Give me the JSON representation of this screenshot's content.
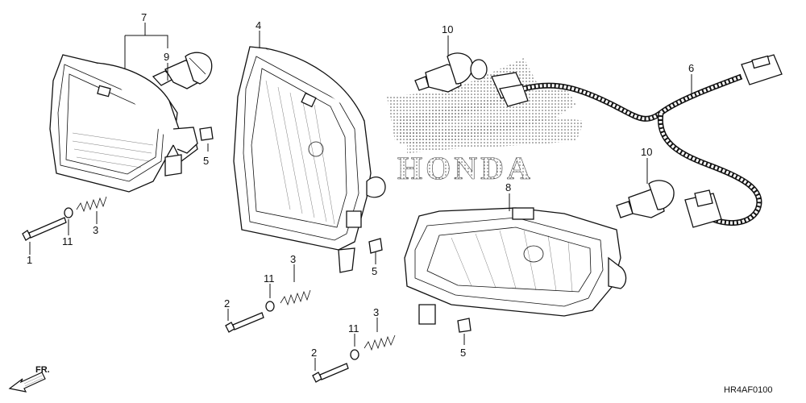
{
  "brand": {
    "name": "HONDA",
    "color": "#111111"
  },
  "diagram": {
    "code": "HR4AF0100",
    "direction_label": "FR.",
    "callouts": [
      {
        "id": "c7",
        "text": "7"
      },
      {
        "id": "c9",
        "text": "9"
      },
      {
        "id": "c5a",
        "text": "5"
      },
      {
        "id": "c4",
        "text": "4"
      },
      {
        "id": "c10a",
        "text": "10"
      },
      {
        "id": "c6",
        "text": "6"
      },
      {
        "id": "c10b",
        "text": "10"
      },
      {
        "id": "c8",
        "text": "8"
      },
      {
        "id": "c5b",
        "text": "5"
      },
      {
        "id": "c3a",
        "text": "3"
      },
      {
        "id": "c11a",
        "text": "11"
      },
      {
        "id": "c1",
        "text": "1"
      },
      {
        "id": "c3b",
        "text": "3"
      },
      {
        "id": "c11b",
        "text": "11"
      },
      {
        "id": "c2a",
        "text": "2"
      },
      {
        "id": "c3c",
        "text": "3"
      },
      {
        "id": "c11c",
        "text": "11"
      },
      {
        "id": "c2b",
        "text": "2"
      },
      {
        "id": "c5c",
        "text": "5"
      }
    ]
  }
}
